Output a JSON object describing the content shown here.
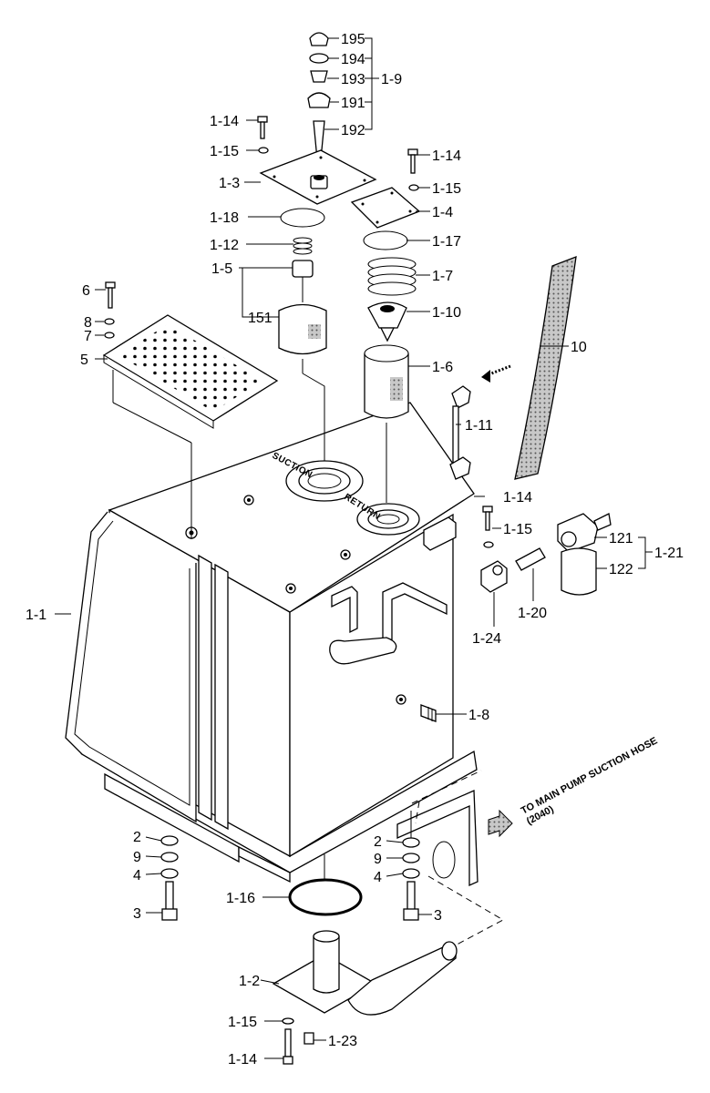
{
  "labels": {
    "p195": "195",
    "p194": "194",
    "p193": "193",
    "p191": "191",
    "p192": "192",
    "assy_1_9": "1-9",
    "bolt_a": "1-14",
    "washer_a": "1-15",
    "cover_1_3": "1-3",
    "oring_1_18": "1-18",
    "spring_1_12": "1-12",
    "valve_1_5": "1-5",
    "p151": "151",
    "bolt_b": "1-14",
    "washer_b": "1-15",
    "cover_1_4": "1-4",
    "oring_1_17": "1-17",
    "bellows_1_7": "1-7",
    "valve_1_10": "1-10",
    "strainer_1_6": "1-6",
    "gauge_1_11": "1-11",
    "bolt_6": "6",
    "washer_8": "8",
    "washer_7": "7",
    "plate_5": "5",
    "cover_10": "10",
    "tank_1_1": "1-1",
    "bolt_c": "1-14",
    "washer_c": "1-15",
    "filter_121": "121",
    "filter_122": "122",
    "assy_1_21": "1-21",
    "fitting_1_20": "1-20",
    "valve_1_24": "1-24",
    "sensor_1_8": "1-8",
    "l2_left": "2",
    "l9_left": "9",
    "l4_left": "4",
    "l3_left": "3",
    "l2_right": "2",
    "l9_right": "9",
    "l4_right": "4",
    "l3_right": "3",
    "oring_1_16": "1-16",
    "pipe_1_2": "1-2",
    "washer_d": "1-15",
    "plug_1_23": "1-23",
    "bolt_d": "1-14"
  },
  "stamps": {
    "suction": "SUCTION",
    "return": "RETURN"
  },
  "note": {
    "line1": "TO MAIN PUMP SUCTION HOSE",
    "line2": "(2040)"
  }
}
